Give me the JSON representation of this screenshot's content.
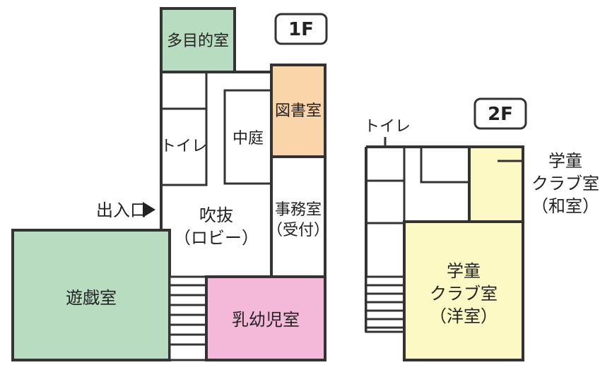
{
  "floors": {
    "f1": {
      "badge": "1F"
    },
    "f2": {
      "badge": "2F"
    }
  },
  "rooms": {
    "multipurpose": "多目的室",
    "library": "図書室",
    "toilet_1f": "トイレ",
    "courtyard": "中庭",
    "entrance": "出入口",
    "atrium_line1": "吹抜",
    "atrium_line2": "（ロビー）",
    "office_line1": "事務室",
    "office_line2": "（受付）",
    "playroom": "遊戯室",
    "infant_room": "乳幼児室",
    "toilet_2f": "トイレ",
    "club_japanese_line1": "学童",
    "club_japanese_line2": "クラブ室",
    "club_japanese_line3": "（和室）",
    "club_western_line1": "学童",
    "club_western_line2": "クラブ室",
    "club_western_line3": "（洋室）"
  },
  "colors": {
    "green": "#b8dcc0",
    "orange": "#fbd5aa",
    "pink": "#f4b8d8",
    "yellow": "#fdf9c4",
    "line": "#333333"
  }
}
